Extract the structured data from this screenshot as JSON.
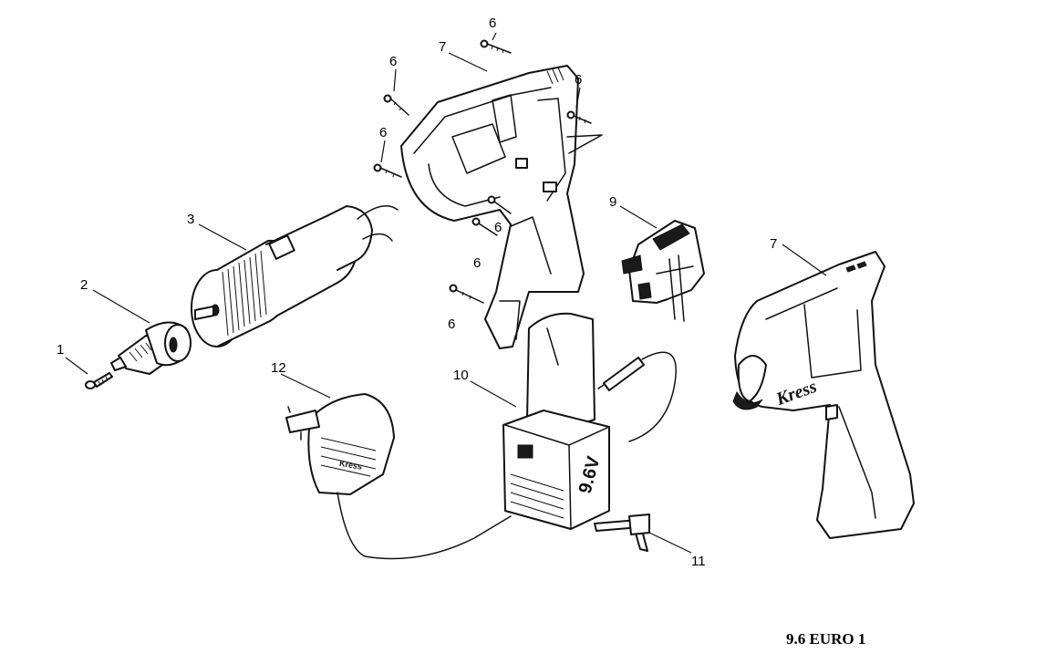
{
  "diagram": {
    "model_label": "9.6 EURO 1",
    "callouts": [
      {
        "id": "c1",
        "text": "1"
      },
      {
        "id": "c2",
        "text": "2"
      },
      {
        "id": "c3",
        "text": "3"
      },
      {
        "id": "c6a",
        "text": "6"
      },
      {
        "id": "c6b",
        "text": "6"
      },
      {
        "id": "c6c",
        "text": "6"
      },
      {
        "id": "c6d",
        "text": "6"
      },
      {
        "id": "c6e",
        "text": "6"
      },
      {
        "id": "c6f",
        "text": "6"
      },
      {
        "id": "c6g",
        "text": "6"
      },
      {
        "id": "c7a",
        "text": "7"
      },
      {
        "id": "c7b",
        "text": "7"
      },
      {
        "id": "c9",
        "text": "9"
      },
      {
        "id": "c10",
        "text": "10"
      },
      {
        "id": "c11",
        "text": "11"
      },
      {
        "id": "c12",
        "text": "12"
      }
    ],
    "housing_brand": "Kress",
    "battery_label": "9.6V",
    "charger_brand": "Kress"
  }
}
